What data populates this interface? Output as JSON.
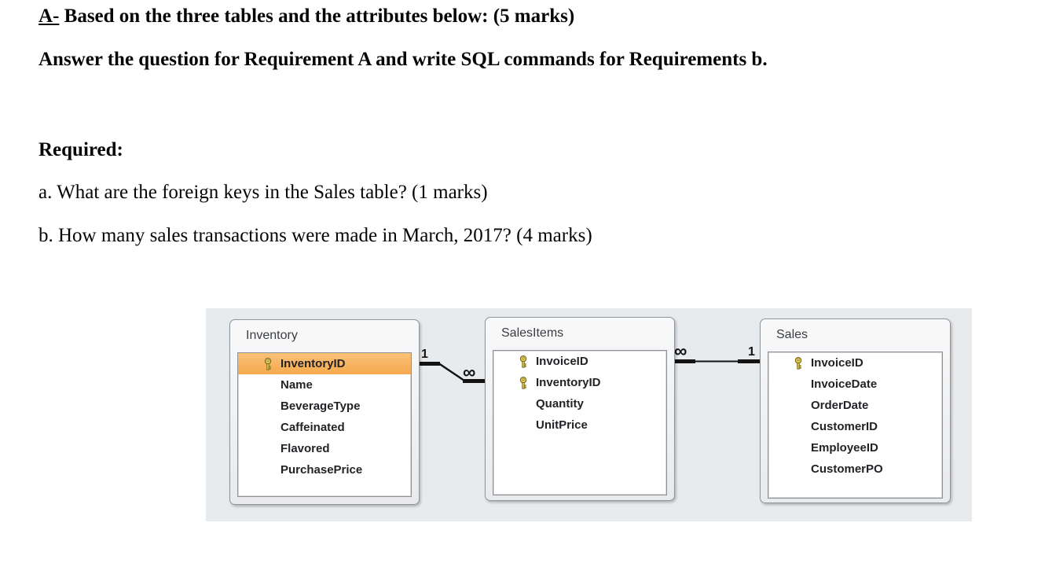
{
  "document": {
    "heading_prefix": "A-",
    "heading_rest": " Based on the three tables and the attributes below: (5 marks)",
    "subheading": "Answer the question for Requirement A and write SQL commands for Requirements b.",
    "required_label": "Required:",
    "questions": [
      "a. What are the foreign keys in the Sales table? (1 marks)",
      "b. How many sales transactions were made in March, 2017? (4 marks)"
    ]
  },
  "diagram": {
    "background_color": "#e8ebed",
    "highlight_top_color": "#fac178",
    "highlight_bottom_color": "#f5a94f",
    "key_icon": "key-icon",
    "tables": [
      {
        "name": "Inventory",
        "fields": [
          {
            "name": "InventoryID",
            "key": true,
            "highlight": true
          },
          {
            "name": "Name",
            "key": false,
            "highlight": false
          },
          {
            "name": "BeverageType",
            "key": false,
            "highlight": false
          },
          {
            "name": "Caffeinated",
            "key": false,
            "highlight": false
          },
          {
            "name": "Flavored",
            "key": false,
            "highlight": false
          },
          {
            "name": "PurchasePrice",
            "key": false,
            "highlight": false
          }
        ]
      },
      {
        "name": "SalesItems",
        "fields": [
          {
            "name": "InvoiceID",
            "key": true,
            "highlight": false
          },
          {
            "name": "InventoryID",
            "key": true,
            "highlight": false
          },
          {
            "name": "Quantity",
            "key": false,
            "highlight": false
          },
          {
            "name": "UnitPrice",
            "key": false,
            "highlight": false
          }
        ]
      },
      {
        "name": "Sales",
        "fields": [
          {
            "name": "InvoiceID",
            "key": true,
            "highlight": false
          },
          {
            "name": "InvoiceDate",
            "key": false,
            "highlight": false
          },
          {
            "name": "OrderDate",
            "key": false,
            "highlight": false
          },
          {
            "name": "CustomerID",
            "key": false,
            "highlight": false
          },
          {
            "name": "EmployeeID",
            "key": false,
            "highlight": false
          },
          {
            "name": "CustomerPO",
            "key": false,
            "highlight": false
          }
        ]
      }
    ],
    "relationships": [
      {
        "from_table": "Inventory",
        "to_table": "SalesItems",
        "from_label": "1",
        "to_label": "∞"
      },
      {
        "from_table": "SalesItems",
        "to_table": "Sales",
        "from_label": "∞",
        "to_label": "1"
      }
    ]
  }
}
